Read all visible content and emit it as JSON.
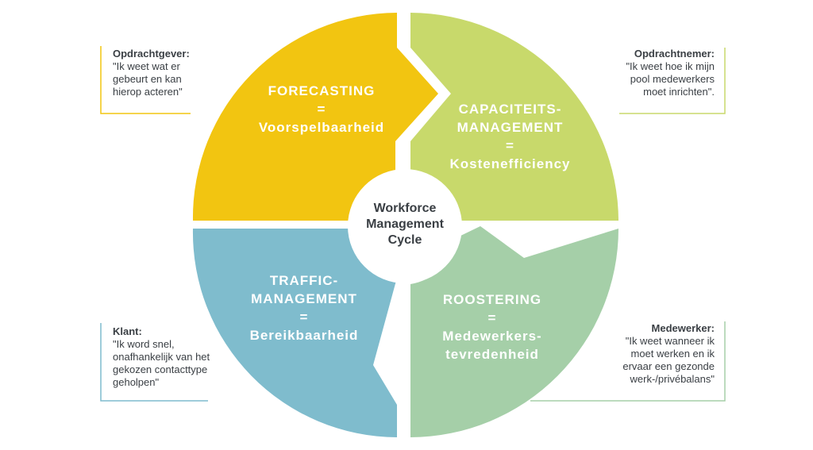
{
  "center": {
    "lines": [
      "Workforce",
      "Management",
      "Cycle"
    ]
  },
  "segments": {
    "forecasting": {
      "lines": [
        "FORECASTING",
        "=",
        "Voorspelbaarheid"
      ],
      "color": "#f2c511"
    },
    "capaciteit": {
      "lines": [
        "CAPACITEITS-",
        "MANAGEMENT",
        "=",
        "Kostenefficiency"
      ],
      "color": "#c8d96b"
    },
    "roostering": {
      "lines": [
        "ROOSTERING",
        "=",
        "Medewerkers-",
        "tevredenheid"
      ],
      "color": "#a5cfa8"
    },
    "traffic": {
      "lines": [
        "TRAFFIC-",
        "MANAGEMENT",
        "=",
        "Bereikbaarheid"
      ],
      "color": "#7fbccd"
    }
  },
  "callouts": {
    "opdrachtgever": {
      "role": "Opdrachtgever:",
      "quote_lines": [
        "\"Ik weet wat er",
        "gebeurt en kan",
        "hierop acteren\""
      ]
    },
    "opdrachtnemer": {
      "role": "Opdrachtnemer:",
      "quote_lines": [
        "\"Ik weet hoe ik mijn",
        "pool medewerkers",
        "moet inrichten\"."
      ]
    },
    "klant": {
      "role": "Klant:",
      "quote_lines": [
        "\"Ik word snel,",
        "onafhankelijk van het",
        "gekozen contacttype",
        "geholpen\""
      ]
    },
    "medewerker": {
      "role": "Medewerker:",
      "quote_lines": [
        "\"Ik weet wanneer ik",
        "moet werken en ik",
        "ervaar een gezonde",
        "werk-/privébalans\""
      ]
    }
  }
}
